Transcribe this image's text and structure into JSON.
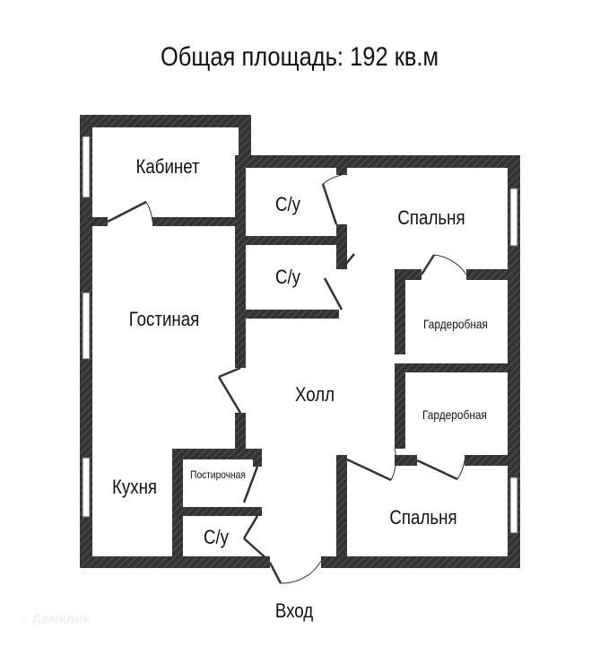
{
  "title": "Общая площадь: 192 кв.м",
  "rooms": {
    "office": "Кабинет",
    "wc1": "С/у",
    "bedroom1": "Спальня",
    "wc2": "С/у",
    "living": "Гостиная",
    "wardrobe1": "Гардеробная",
    "hall": "Холл",
    "wardrobe2": "Гардеробная",
    "laundry": "Постирочная",
    "kitchen": "Кухня",
    "wc3": "С/у",
    "bedroom2": "Спальня",
    "entrance": "Вход"
  },
  "watermark": "Домклик",
  "colors": {
    "wall": "#333333",
    "text": "#111111"
  }
}
